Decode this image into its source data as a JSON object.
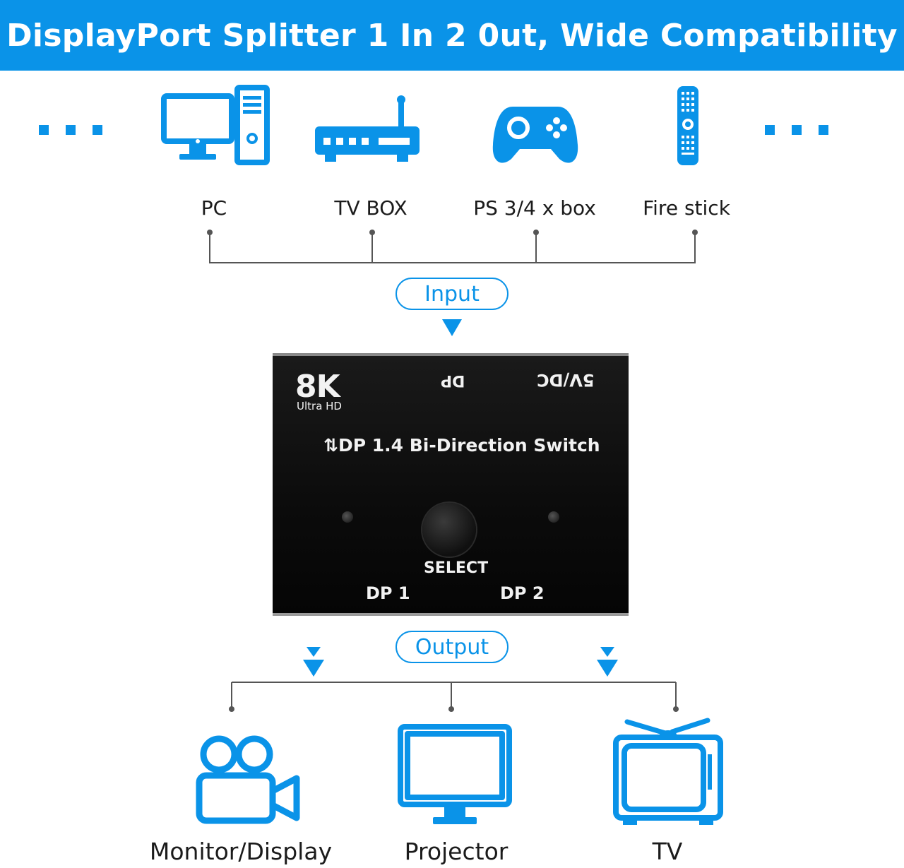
{
  "banner": {
    "title": "DisplayPort Splitter 1 In 2 0ut, Wide Compatibility"
  },
  "inputs": [
    {
      "label": "PC",
      "icon": "pc-icon"
    },
    {
      "label": "TV BOX",
      "icon": "router-icon"
    },
    {
      "label": "PS 3/4 x box",
      "icon": "gamepad-icon"
    },
    {
      "label": "Fire stick",
      "icon": "remote-control-icon"
    }
  ],
  "input_pill": "Input",
  "output_pill": "Output",
  "device": {
    "badge": "8K",
    "badge_sub": "Ultra HD",
    "port_top": "DP",
    "power": "5V/DC",
    "title": "⇅DP 1.4 Bi-Direction Switch",
    "select": "SELECT",
    "port1": "DP 1",
    "port2": "DP 2"
  },
  "outputs": [
    {
      "label": "Monitor/Display",
      "icon": "video-camera-icon"
    },
    {
      "label": "Projector",
      "icon": "monitor-icon"
    },
    {
      "label": "TV",
      "icon": "tv-icon"
    }
  ],
  "colors": {
    "accent": "#0a93e8",
    "device": "#0b0b0b"
  }
}
